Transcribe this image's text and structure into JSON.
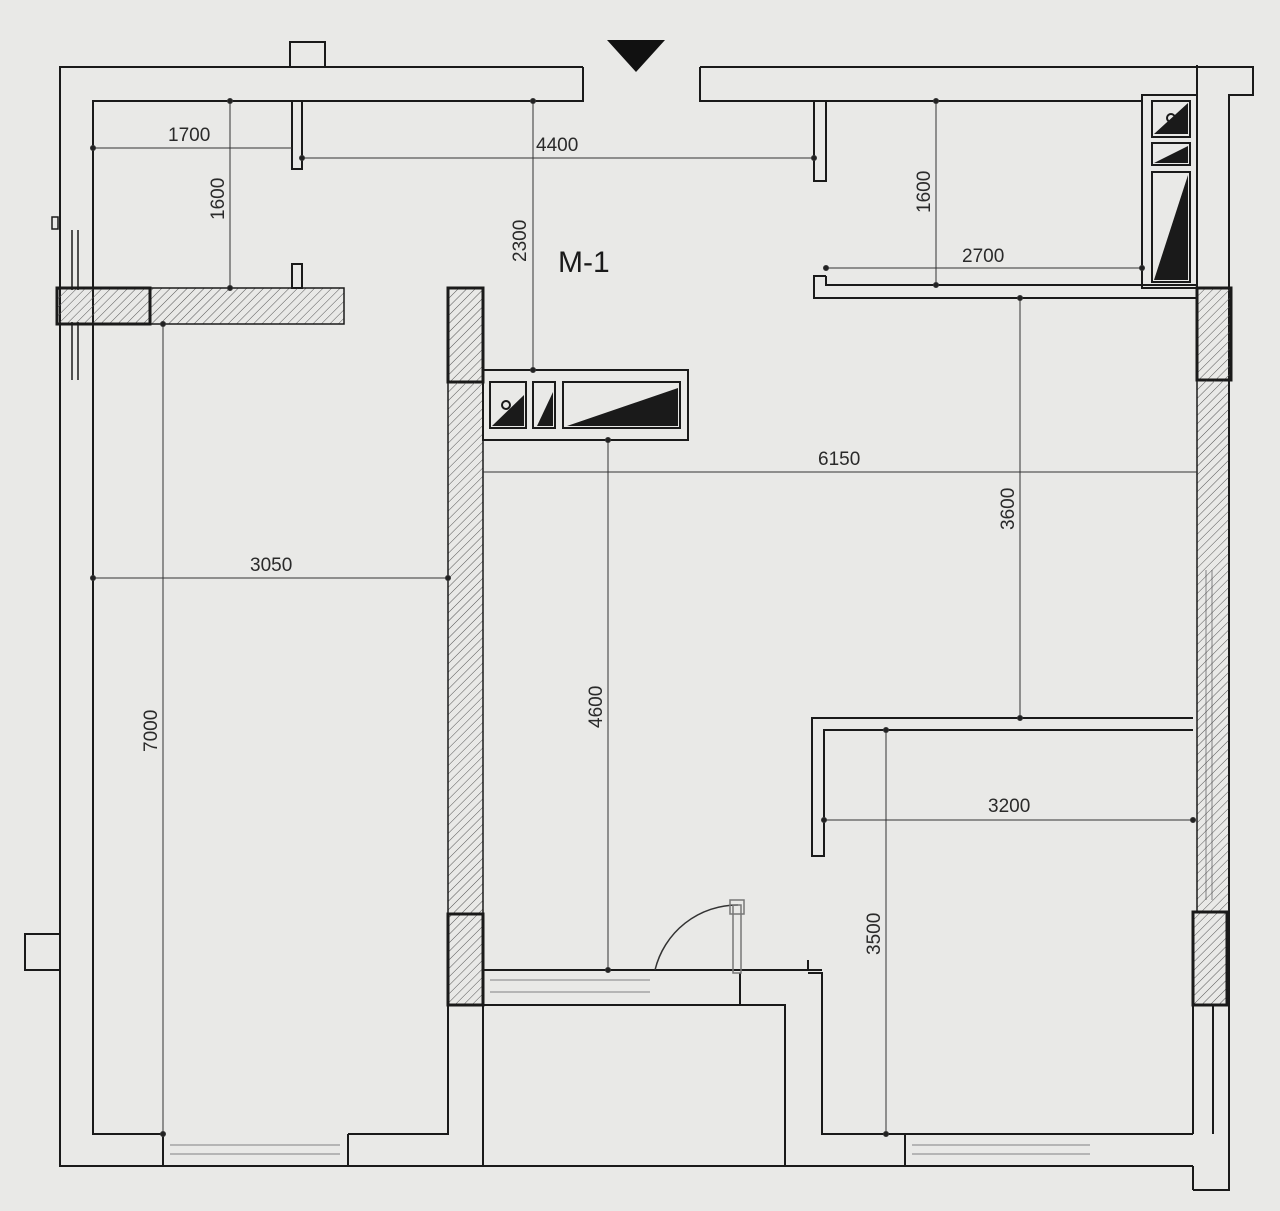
{
  "title": "M-1",
  "dimensions": {
    "d1700": "1700",
    "d1600_left": "1600",
    "d4400": "4400",
    "d2300": "2300",
    "d1600_right": "1600",
    "d2700": "2700",
    "d6150": "6150",
    "d3600": "3600",
    "d3050": "3050",
    "d7000": "7000",
    "d4600": "4600",
    "d3200": "3200",
    "d3500": "3500"
  },
  "colors": {
    "background": "#e9e9e7",
    "line": "#1a1a1a",
    "hatch": "#555555",
    "glazing": "#b5b5b5"
  }
}
